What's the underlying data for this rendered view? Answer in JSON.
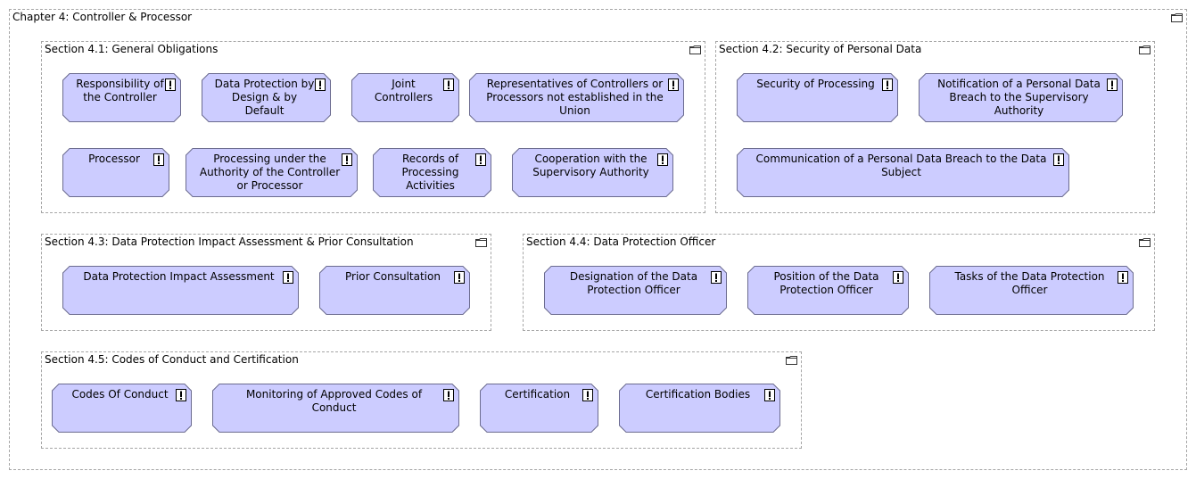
{
  "chapter": {
    "title": "Chapter 4: Controller & Processor",
    "icon": "folder-icon"
  },
  "sections": [
    {
      "title": "Section 4.1: General Obligations",
      "items": [
        "Responsibility of the Controller",
        "Data Protection by Design & by Default",
        "Joint Controllers",
        "Representatives of Controllers or Processors not established in the Union",
        "Processor",
        "Processing under the Authority of the Controller or Processor",
        "Records of Processing Activities",
        "Cooperation with the Supervisory Authority"
      ]
    },
    {
      "title": "Section 4.2: Security of Personal Data",
      "items": [
        "Security of Processing",
        "Notification of a Personal Data Breach to the Supervisory Authority",
        "Communication of a Personal Data Breach to the Data Subject"
      ]
    },
    {
      "title": "Section 4.3: Data Protection Impact Assessment & Prior Consultation",
      "items": [
        "Data Protection Impact Assessment",
        "Prior Consultation"
      ]
    },
    {
      "title": "Section 4.4: Data Protection Officer",
      "items": [
        "Designation of the Data Protection Officer",
        "Position of the Data Protection Officer",
        "Tasks of the Data Protection Officer"
      ]
    },
    {
      "title": "Section 4.5: Codes of Conduct and Certification",
      "items": [
        "Codes Of Conduct",
        "Monitoring of Approved Codes of Conduct",
        "Certification",
        "Certification Bodies"
      ]
    }
  ],
  "colors": {
    "requirement_fill": "#ccccff",
    "requirement_stroke": "#6b6b8f",
    "group_border": "#a6a6a6"
  },
  "icons": {
    "requirement": "exclamation-icon"
  }
}
